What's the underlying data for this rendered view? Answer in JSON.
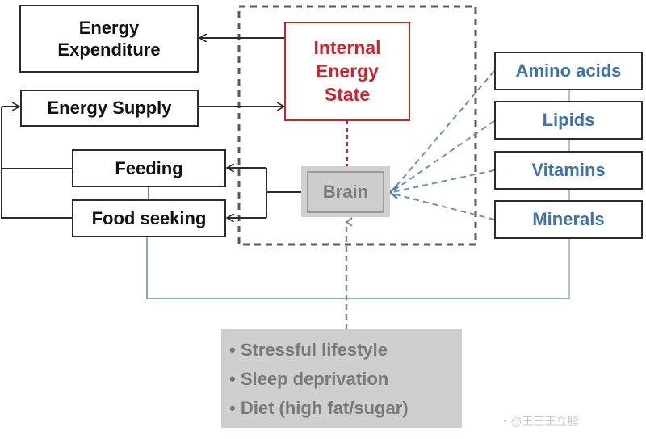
{
  "diagram": {
    "title": "Internal energy state regulation diagram",
    "colors": {
      "line": "#2b2b2b",
      "internal_state": "#c8252c",
      "nutrients": "#3f73a8",
      "brain_fill": "#cdcdcd",
      "factors_fill": "#cfcfcf"
    },
    "nodes": {
      "energy_expenditure": {
        "line1": "Energy",
        "line2": "Expenditure"
      },
      "energy_supply": {
        "label": "Energy Supply"
      },
      "feeding": {
        "label": "Feeding"
      },
      "food_seeking": {
        "label": "Food seeking"
      },
      "internal_state": {
        "line1": "Internal",
        "line2": "Energy",
        "line3": "State"
      },
      "brain": {
        "label": "Brain"
      }
    },
    "nutrients": [
      {
        "label": "Amino acids"
      },
      {
        "label": "Lipids"
      },
      {
        "label": "Vitamins"
      },
      {
        "label": "Minerals"
      }
    ],
    "factors": [
      {
        "bullet": "•",
        "label": "Stressful lifestyle"
      },
      {
        "bullet": "•",
        "label": "Sleep deprivation"
      },
      {
        "bullet": "•",
        "label": "Diet (high fat/sugar)"
      }
    ],
    "watermark": "@王王王立脂"
  }
}
